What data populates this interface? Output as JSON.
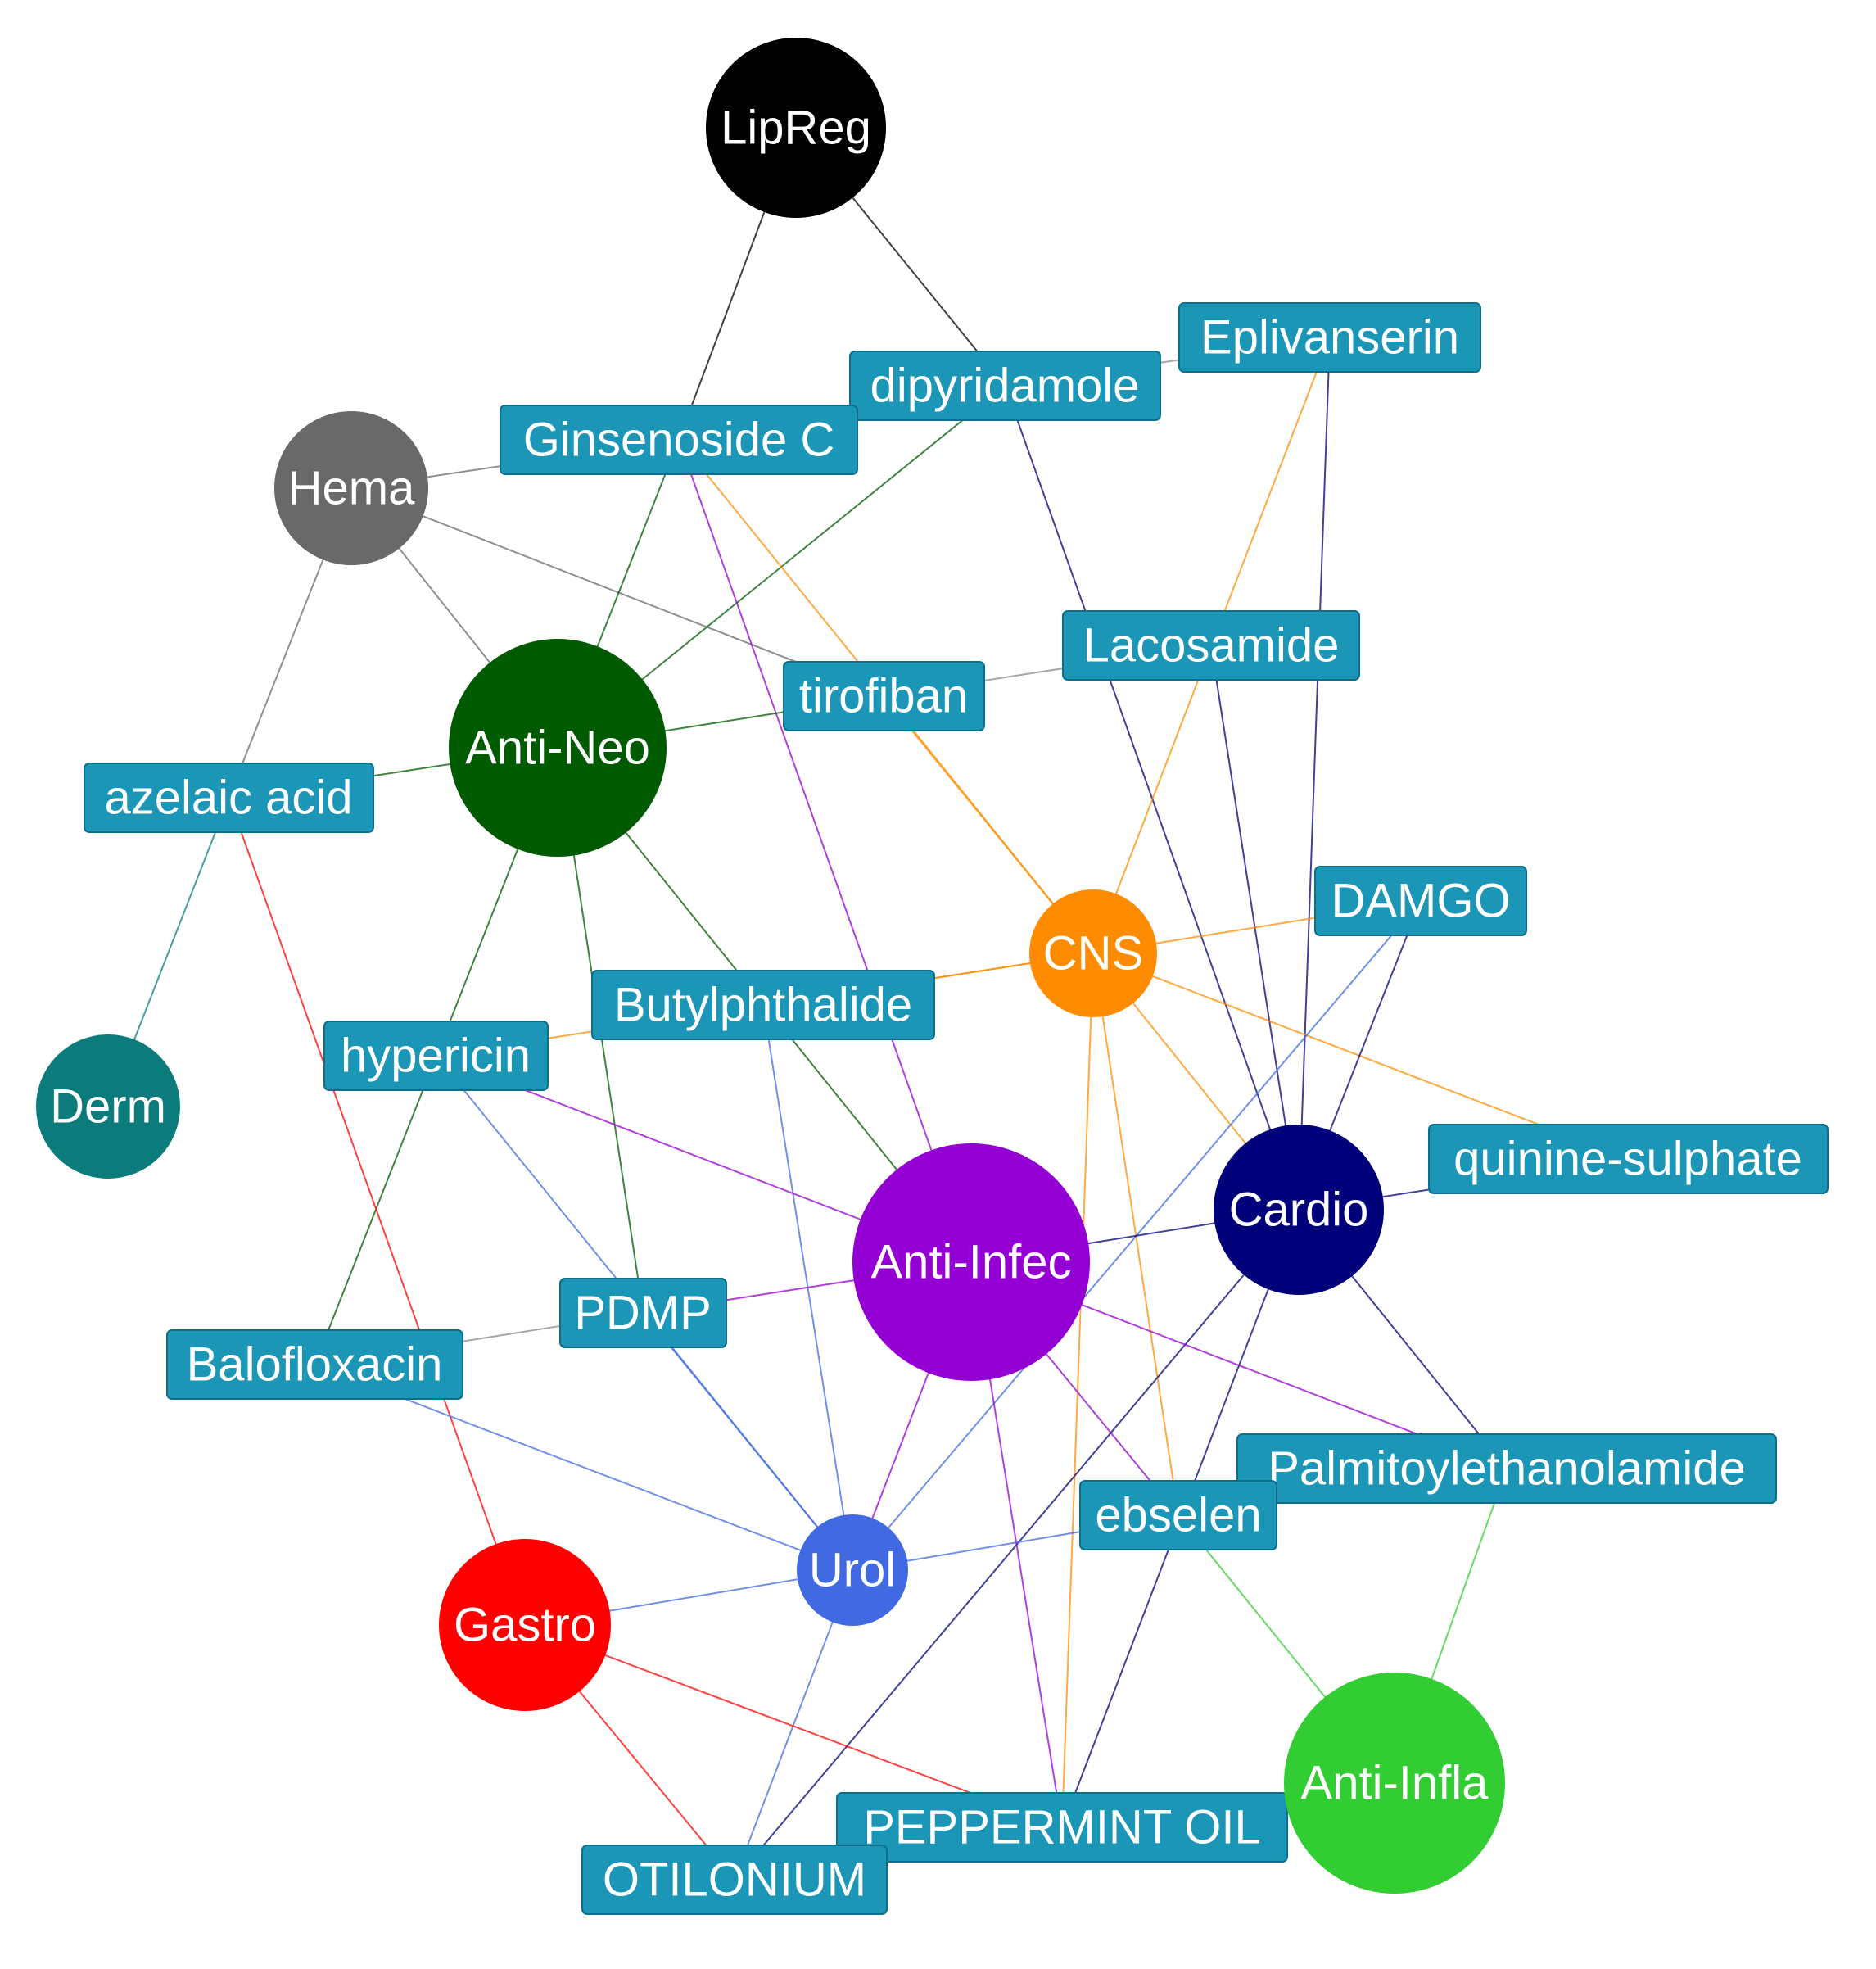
{
  "colors": {
    "drug_box": "#1b96b6",
    "drug_box_border": "#0d6f8a",
    "label_text": "#ffffff"
  },
  "categories": [
    {
      "id": "LipReg",
      "label": "LipReg",
      "color": "#000000"
    },
    {
      "id": "Hema",
      "label": "Hema",
      "color": "#696969"
    },
    {
      "id": "Anti-Neo",
      "label": "Anti-Neo",
      "color": "#005a00"
    },
    {
      "id": "Derm",
      "label": "Derm",
      "color": "#0b7b7b"
    },
    {
      "id": "CNS",
      "label": "CNS",
      "color": "#ff8c00"
    },
    {
      "id": "Anti-Infec",
      "label": "Anti-Infec",
      "color": "#9400d3"
    },
    {
      "id": "Cardio",
      "label": "Cardio",
      "color": "#00007a"
    },
    {
      "id": "Urol",
      "label": "Urol",
      "color": "#4169e1"
    },
    {
      "id": "Gastro",
      "label": "Gastro",
      "color": "#ff0000"
    },
    {
      "id": "Anti-Infla",
      "label": "Anti-Infla",
      "color": "#32cd32"
    }
  ],
  "drugs": [
    {
      "id": "Eplivanserin",
      "label": "Eplivanserin"
    },
    {
      "id": "dipyridamole",
      "label": "dipyridamole"
    },
    {
      "id": "Ginsenoside C",
      "label": "Ginsenoside C"
    },
    {
      "id": "Lacosamide",
      "label": "Lacosamide"
    },
    {
      "id": "tirofiban",
      "label": "tirofiban"
    },
    {
      "id": "azelaic acid",
      "label": "azelaic acid"
    },
    {
      "id": "DAMGO",
      "label": "DAMGO"
    },
    {
      "id": "Butylphthalide",
      "label": "Butylphthalide"
    },
    {
      "id": "hypericin",
      "label": "hypericin"
    },
    {
      "id": "quinine-sulphate",
      "label": "quinine-sulphate"
    },
    {
      "id": "PDMP",
      "label": "PDMP"
    },
    {
      "id": "Balofloxacin",
      "label": "Balofloxacin"
    },
    {
      "id": "Palmitoylethanolamide",
      "label": "Palmitoylethanolamide"
    },
    {
      "id": "ebselen",
      "label": "ebselen"
    },
    {
      "id": "PEPPERMINT OIL",
      "label": "PEPPERMINT OIL"
    },
    {
      "id": "OTILONIUM",
      "label": "OTILONIUM"
    }
  ],
  "edges": [
    [
      "LipReg",
      "Ginsenoside C"
    ],
    [
      "LipReg",
      "dipyridamole"
    ],
    [
      "Hema",
      "Ginsenoside C"
    ],
    [
      "Hema",
      "Anti-Neo"
    ],
    [
      "Hema",
      "tirofiban"
    ],
    [
      "Hema",
      "azelaic acid"
    ],
    [
      "dipyridamole",
      "Eplivanserin"
    ],
    [
      "dipyridamole",
      "Anti-Neo"
    ],
    [
      "dipyridamole",
      "Cardio"
    ],
    [
      "Eplivanserin",
      "CNS"
    ],
    [
      "Eplivanserin",
      "Cardio"
    ],
    [
      "Ginsenoside C",
      "Anti-Neo"
    ],
    [
      "Ginsenoside C",
      "Anti-Infec"
    ],
    [
      "Ginsenoside C",
      "CNS"
    ],
    [
      "Anti-Neo",
      "tirofiban"
    ],
    [
      "Anti-Neo",
      "azelaic acid"
    ],
    [
      "Anti-Neo",
      "Anti-Infec"
    ],
    [
      "Anti-Neo",
      "PDMP"
    ],
    [
      "Anti-Neo",
      "Balofloxacin"
    ],
    [
      "tirofiban",
      "Lacosamide"
    ],
    [
      "tirofiban",
      "CNS"
    ],
    [
      "Lacosamide",
      "Cardio"
    ],
    [
      "azelaic acid",
      "Derm"
    ],
    [
      "azelaic acid",
      "Gastro"
    ],
    [
      "CNS",
      "DAMGO"
    ],
    [
      "CNS",
      "Butylphthalide"
    ],
    [
      "CNS",
      "hypericin"
    ],
    [
      "CNS",
      "quinine-sulphate"
    ],
    [
      "CNS",
      "Cardio"
    ],
    [
      "CNS",
      "PEPPERMINT OIL"
    ],
    [
      "CNS",
      "ebselen"
    ],
    [
      "DAMGO",
      "Cardio"
    ],
    [
      "DAMGO",
      "Urol"
    ],
    [
      "Butylphthalide",
      "Urol"
    ],
    [
      "hypericin",
      "Anti-Infec"
    ],
    [
      "hypericin",
      "Urol"
    ],
    [
      "Cardio",
      "quinine-sulphate"
    ],
    [
      "Cardio",
      "Anti-Infec"
    ],
    [
      "Cardio",
      "Palmitoylethanolamide"
    ],
    [
      "Cardio",
      "PEPPERMINT OIL"
    ],
    [
      "Cardio",
      "OTILONIUM"
    ],
    [
      "Anti-Infec",
      "PDMP"
    ],
    [
      "Anti-Infec",
      "Palmitoylethanolamide"
    ],
    [
      "Anti-Infec",
      "ebselen"
    ],
    [
      "Anti-Infec",
      "Urol"
    ],
    [
      "Anti-Infec",
      "PEPPERMINT OIL"
    ],
    [
      "PDMP",
      "Balofloxacin"
    ],
    [
      "PDMP",
      "Urol"
    ],
    [
      "Balofloxacin",
      "Urol"
    ],
    [
      "Urol",
      "ebselen"
    ],
    [
      "Urol",
      "Gastro"
    ],
    [
      "Urol",
      "OTILONIUM"
    ],
    [
      "Gastro",
      "PEPPERMINT OIL"
    ],
    [
      "Gastro",
      "OTILONIUM"
    ],
    [
      "ebselen",
      "Anti-Infla"
    ],
    [
      "Palmitoylethanolamide",
      "Anti-Infla"
    ]
  ]
}
